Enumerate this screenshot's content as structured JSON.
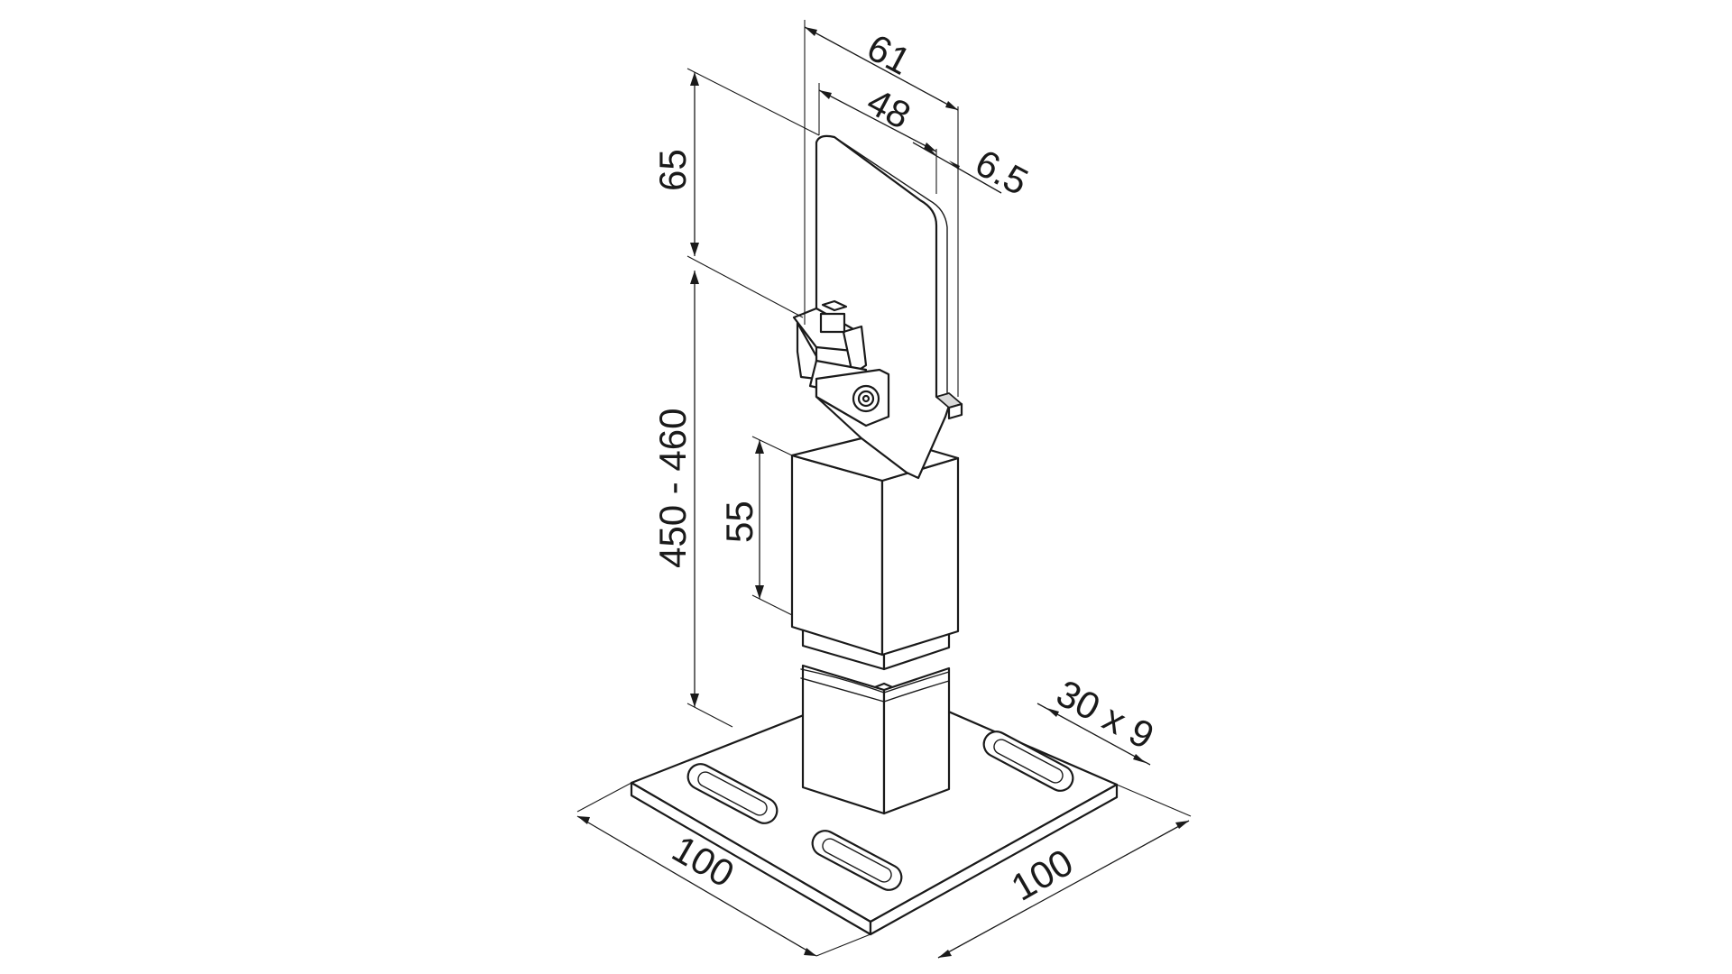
{
  "drawing": {
    "dimensions": {
      "top_width": "61",
      "inner_width": "48",
      "thickness": "6.5",
      "top_height": "65",
      "total_height": "450 - 460",
      "sleeve_height": "55",
      "slot": "30 x 9",
      "base_left": "100",
      "base_right": "100"
    }
  }
}
